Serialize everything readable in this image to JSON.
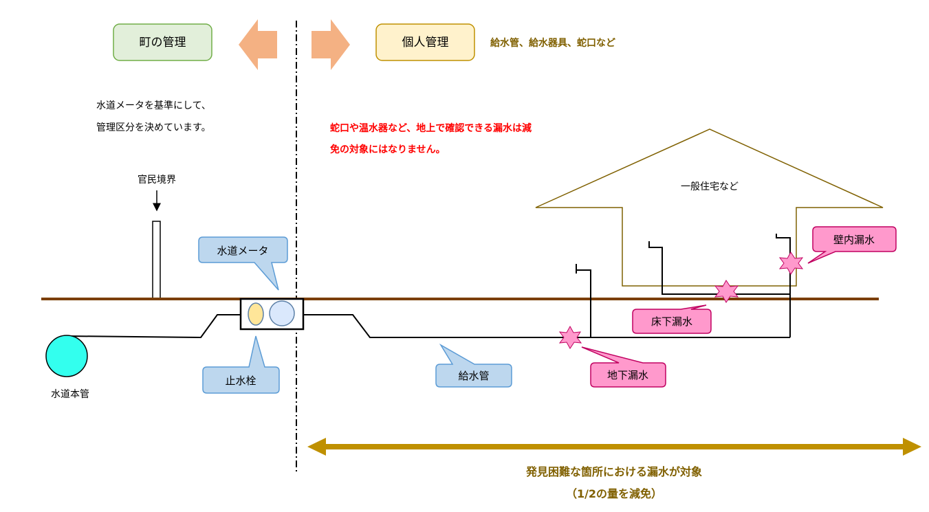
{
  "labels": {
    "town_management": "町の管理",
    "private_management": "個人管理",
    "private_items": "給水管、給水器具、蛇口など",
    "meter_basis_line1": "水道メータを基準にして、",
    "meter_basis_line2": "管理区分を決めています。",
    "notice_line1": "蛇口や温水器など、地上で確認できる漏水は減",
    "notice_line2": "免の対象にはなりません。",
    "boundary": "官民境界",
    "water_meter": "水道メータ",
    "stop_valve": "止水栓",
    "main_pipe": "水道本管",
    "supply_pipe": "給水管",
    "house": "一般住宅など",
    "wall_leak": "壁内漏水",
    "floor_leak": "床下漏水",
    "underground_leak": "地下漏水",
    "target_line1": "発見困難な箇所における漏水が対象",
    "target_line2": "（1/2の量を減免）"
  },
  "colors": {
    "town_box_fill": "#e2efda",
    "town_box_stroke": "#70ad47",
    "private_box_fill": "#fff2cc",
    "private_box_stroke": "#bf9000",
    "arrow_orange": "#f4b183",
    "olive_text": "#806000",
    "red_text": "#ff0000",
    "ground": "#7b3f00",
    "house_outline": "#7f6000",
    "callout_blue_fill": "#bdd7ee",
    "callout_blue_stroke": "#5b9bd5",
    "callout_pink_fill": "#ff99cc",
    "callout_pink_stroke": "#c00060",
    "main_pipe_fill": "#33ffee",
    "meter_fill": "#dae8fc",
    "valve_fill": "#ffe699",
    "target_arrow": "#bf9000"
  }
}
